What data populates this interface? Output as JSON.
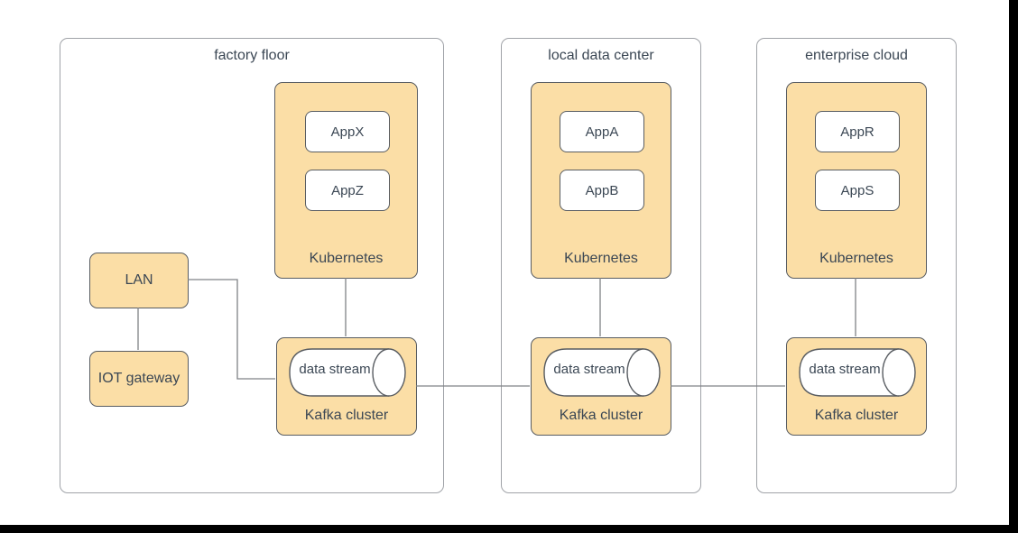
{
  "diagram": {
    "zones": [
      {
        "title": "factory floor",
        "kubernetes": {
          "label": "Kubernetes",
          "apps": [
            "AppX",
            "AppZ"
          ]
        },
        "kafka": {
          "label": "Kafka cluster",
          "cylinder_label": "data stream"
        },
        "network_nodes": {
          "lan": "LAN",
          "iot_gateway": "IOT gateway"
        }
      },
      {
        "title": "local data center",
        "kubernetes": {
          "label": "Kubernetes",
          "apps": [
            "AppA",
            "AppB"
          ]
        },
        "kafka": {
          "label": "Kafka cluster",
          "cylinder_label": "data stream"
        }
      },
      {
        "title": "enterprise cloud",
        "kubernetes": {
          "label": "Kubernetes",
          "apps": [
            "AppR",
            "AppS"
          ]
        },
        "kafka": {
          "label": "Kafka cluster",
          "cylinder_label": "data stream"
        }
      }
    ],
    "connections": [
      {
        "from": "LAN",
        "to": "IOT gateway"
      },
      {
        "from": "LAN",
        "to": "Kafka cluster (factory floor)"
      },
      {
        "from": "Kubernetes (factory floor)",
        "to": "Kafka cluster (factory floor)"
      },
      {
        "from": "Kubernetes (local data center)",
        "to": "Kafka cluster (local data center)"
      },
      {
        "from": "Kubernetes (enterprise cloud)",
        "to": "Kafka cluster (enterprise cloud)"
      },
      {
        "from": "Kafka cluster (factory floor)",
        "to": "Kafka cluster (local data center)"
      },
      {
        "from": "Kafka cluster (local data center)",
        "to": "Kafka cluster (enterprise cloud)"
      }
    ],
    "colors": {
      "node_fill": "#fbdea6",
      "node_stroke": "#585c61",
      "zone_border": "#a0a3a8",
      "connector": "#7f8286",
      "text": "#3b4754",
      "page_edge": "#000000"
    }
  }
}
